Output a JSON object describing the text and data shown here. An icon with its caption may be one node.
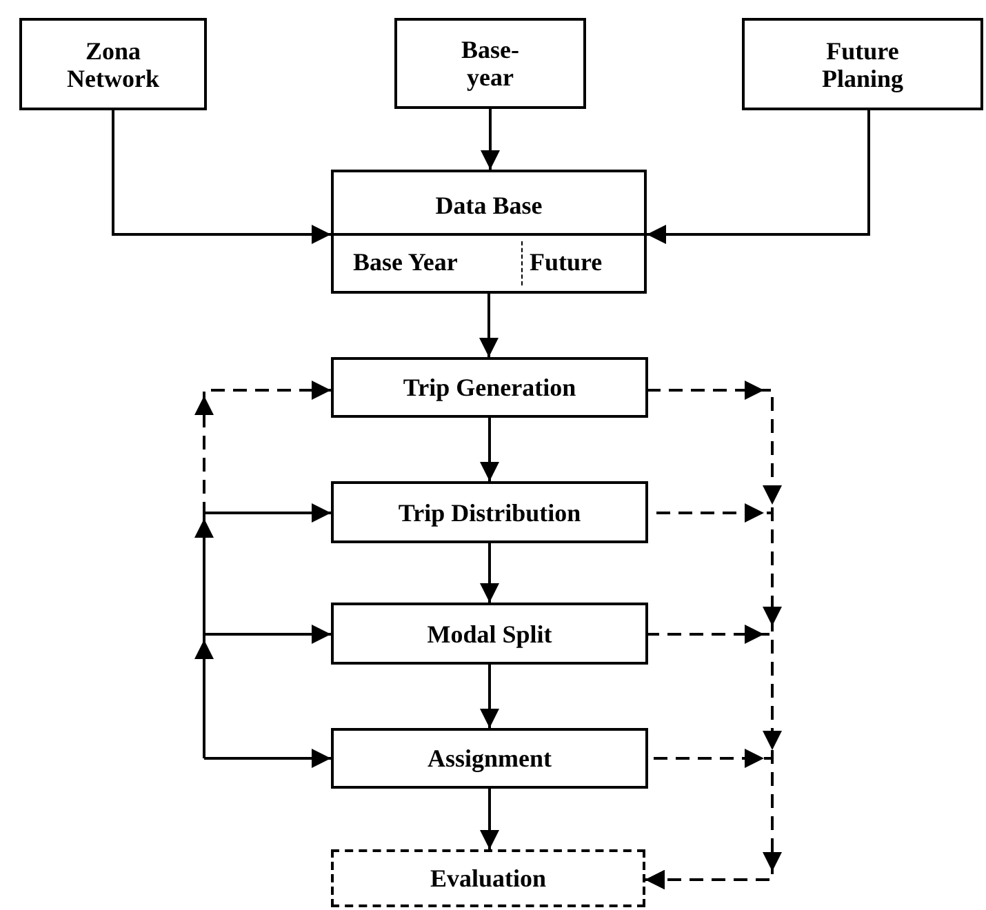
{
  "diagram": {
    "nodes": [
      {
        "text": [
          "Zona Network"
        ]
      },
      {
        "text": [
          "Base- year"
        ]
      },
      {
        "text": [
          "Future Planing"
        ]
      },
      {
        "text": [
          "Data Base",
          "Base Year",
          "Future"
        ]
      },
      {
        "text": [
          "Trip Generation"
        ]
      },
      {
        "text": [
          "Trip Distribution"
        ]
      },
      {
        "text": [
          "Modal Split"
        ]
      },
      {
        "text": [
          "Assignment"
        ]
      },
      {
        "text": [
          "Evaluation"
        ]
      }
    ],
    "edges": [
      {
        "from": 0,
        "to": 3,
        "arrow": "to"
      },
      {
        "from": 1,
        "to": 3,
        "arrow": "to"
      },
      {
        "from": 2,
        "to": 3,
        "arrow": "to"
      },
      {
        "from": 3,
        "to": 4,
        "arrow": "to"
      },
      {
        "from": 4,
        "to": 5,
        "arrow": "to"
      },
      {
        "from": 5,
        "to": 6,
        "arrow": "to"
      },
      {
        "from": 6,
        "to": 7,
        "arrow": "to"
      },
      {
        "from": 7,
        "to": 8,
        "arrow": "to"
      },
      {
        "from": null,
        "to": 4,
        "arrow": "to",
        "style": "dashed"
      },
      {
        "from": null,
        "to": 5,
        "arrow": "to"
      },
      {
        "from": null,
        "to": 6,
        "arrow": "to"
      },
      {
        "from": null,
        "to": 7,
        "arrow": "to"
      },
      {
        "from": 4,
        "to": 8,
        "arrow": "to",
        "style": "dashed"
      },
      {
        "from": 5,
        "to": 8,
        "arrow": "to",
        "style": "dashed"
      },
      {
        "from": 6,
        "to": 8,
        "arrow": "to",
        "style": "dashed"
      },
      {
        "from": 7,
        "to": 8,
        "arrow": "to",
        "style": "dashed"
      }
    ]
  }
}
